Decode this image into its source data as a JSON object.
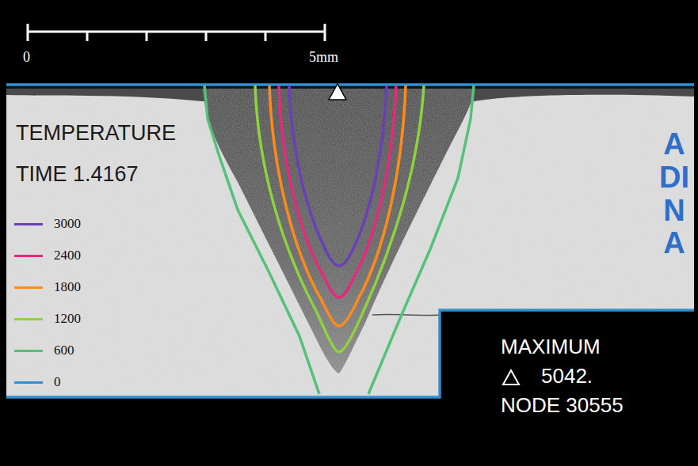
{
  "diagram": {
    "labels": [
      "0",
      "5mm",
      "TEMPERATURE",
      "TIME 1.4167",
      "MAXIMUM",
      "5042.",
      "NODE 30555",
      "ADINA"
    ],
    "legend": [
      {
        "text": "3000"
      },
      {
        "text": "2400"
      },
      {
        "text": "1800"
      },
      {
        "text": "1200"
      },
      {
        "text": "600"
      },
      {
        "text": "0"
      }
    ]
  }
}
